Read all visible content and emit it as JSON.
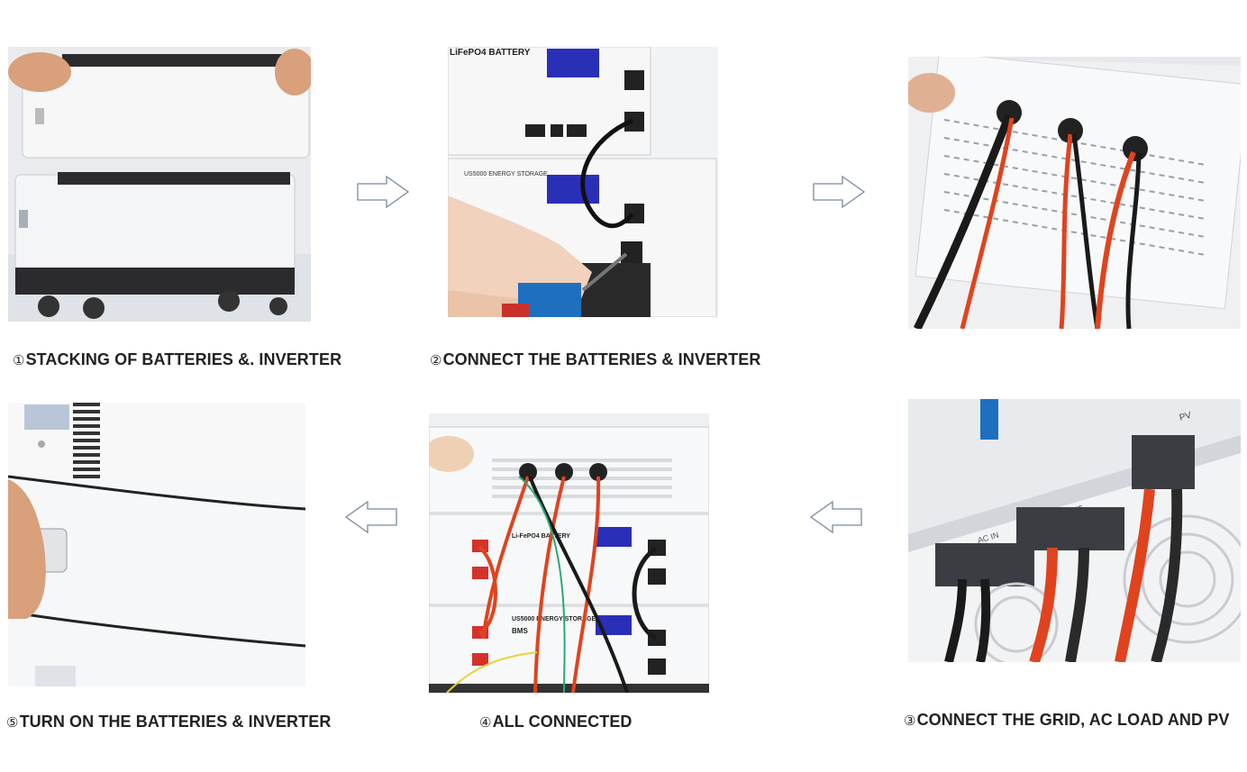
{
  "steps": [
    {
      "num": "①",
      "label": "STACKING OF BATTERIES &. INVERTER"
    },
    {
      "num": "②",
      "label": "CONNECT THE BATTERIES & INVERTER"
    },
    {
      "num": "③",
      "label": "CONNECT THE GRID, AC LOAD AND PV"
    },
    {
      "num": "④",
      "label": "ALL CONNECTED"
    },
    {
      "num": "⑤",
      "label": "TURN ON THE BATTERIES & INVERTER"
    }
  ],
  "photo_text": {
    "battery_top": "LiFePO4 BATTERY",
    "energy_storage": "US5000 ENERGY STORAGE",
    "battery_mid": "Li-FePO4 BATTERY",
    "bms": "BMS",
    "ac_in": "AC IN",
    "ac_out": "AC OUT",
    "pv": "PV"
  },
  "arrows": [
    {
      "direction": "right"
    },
    {
      "direction": "right"
    },
    {
      "direction": "left"
    },
    {
      "direction": "left"
    }
  ],
  "colors": {
    "arrow_outline": "#7a8a9c",
    "cable_red": "#e0431e",
    "cable_black": "#1a1a1a",
    "panel_white": "#f3f4f6"
  }
}
